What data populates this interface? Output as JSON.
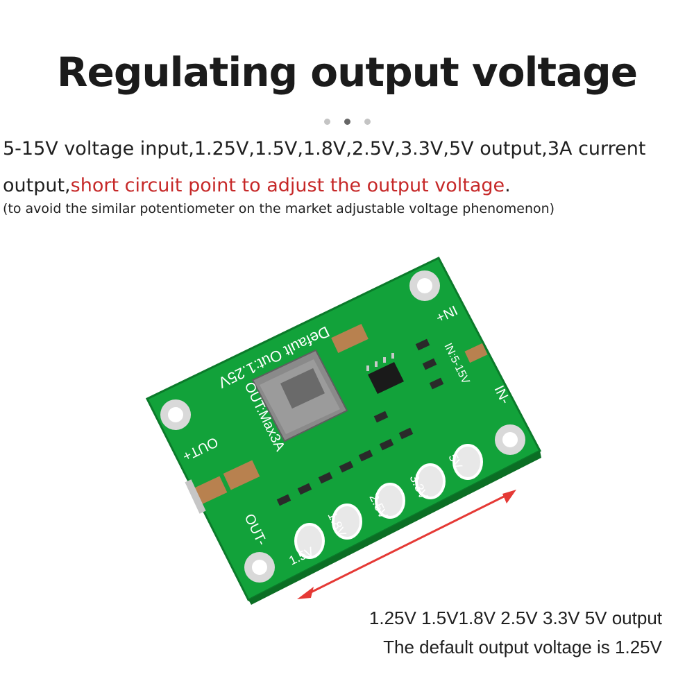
{
  "title": "Regulating output voltage",
  "description": {
    "line_part1": "5-15V voltage input,1.25V,1.5V,1.8V,2.5V,3.3V,5V output,3A current output,",
    "highlight": "short circuit point to adjust the output voltage",
    "end": ".",
    "note": "(to avoid the similar potentiometer on the market adjustable voltage phenomenon)"
  },
  "carousel": {
    "count": 3,
    "active": 2
  },
  "board": {
    "label_default": "Default Out:1.25V",
    "label_out_max": "OUT:Max3A",
    "label_in_plus": "IN+",
    "label_in_minus": "IN-",
    "label_out_plus": "OUT+",
    "label_out_minus": "OUT-",
    "chip_label": "IN:5-15V",
    "pad_labels": [
      "1.5V",
      "1.8V",
      "2.5V",
      "3.3V",
      "5V"
    ],
    "colors": {
      "pcb": "#12a23a",
      "pcb_dark": "#0b7a2a",
      "silk": "#ffffff",
      "arrow": "#e53935"
    }
  },
  "captions": {
    "line1": "1.25V 1.5V1.8V 2.5V 3.3V 5V output",
    "line2": "The default output voltage is 1.25V"
  }
}
